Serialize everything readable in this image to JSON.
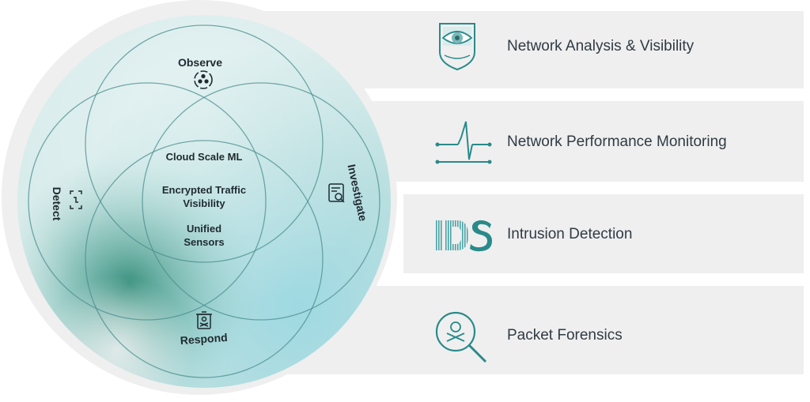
{
  "diagram": {
    "segments": {
      "observe": "Observe",
      "investigate": "Investigate",
      "respond": "Respond",
      "detect": "Detect"
    },
    "center": {
      "line1": "Cloud Scale ML",
      "line2a": "Encrypted Traffic",
      "line2b": "Visibility",
      "line3a": "Unified",
      "line3b": "Sensors"
    }
  },
  "features": [
    {
      "label": "Network Analysis & Visibility",
      "icon": "eye-shield-icon"
    },
    {
      "label": "Network Performance Monitoring",
      "icon": "pulse-line-icon"
    },
    {
      "label": "Intrusion Detection",
      "icon": "ids-icon"
    },
    {
      "label": "Packet Forensics",
      "icon": "magnifier-crossbones-icon"
    }
  ],
  "colors": {
    "teal_dark": "#2a7f7c",
    "teal_light": "#a9dce3",
    "band_gray": "#efefef",
    "text": "#2f3b44"
  }
}
